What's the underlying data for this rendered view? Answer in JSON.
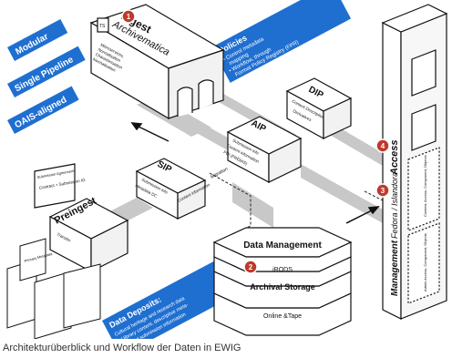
{
  "colors": {
    "accent_blue": "#1f6fd1",
    "path_gray": "#c8c8c8",
    "badge_red": "#c0392b",
    "ink": "#111111"
  },
  "labels": {
    "modular": "Modular",
    "single_pipeline": "Single Pipeline",
    "oais_aligned": "OAIS-aligned",
    "policies_title": "Policies",
    "policies_line1": "• Control metadata",
    "policies_line2": "mapping",
    "policies_line3": "• Workflow, through",
    "policies_line4": "Format Policy Registry (FPR)",
    "data_deposits_title": "Data Deposits:",
    "data_deposits_line1": "Cultural heritage and research data",
    "data_deposits_line2": "w/ library content, descriptive meta-",
    "data_deposits_line3": "data and submission information",
    "ingest": "Ingest",
    "archivematica": "Archivematica",
    "ingest_sub1": "Microservices,",
    "ingest_sub2": "Normalisation",
    "ingest_sub3": "Characterisation",
    "ingest_sub4": "Normalisation",
    "dip": "DIP",
    "dip_sub1": "Content Description",
    "dip_sub2": "Derivatives",
    "aip": "AIP",
    "aip_sub1": "Submission info",
    "aip_sub2": "Content information",
    "aip_sub3": "PDI (PREMIS)",
    "sip": "SIP",
    "sip_sub1": "Submission info",
    "sip_sub2": "Metadata DC",
    "sip_sub3": "Content information",
    "preingest": "Preingest",
    "preingest_sub1": "Transfer",
    "submission_agreement": "Submission Agreement",
    "contract_submission": "Contract + Submission IG",
    "primary_metadata": "Primary Metadata",
    "migration": "Migration",
    "data_management": "Data Management",
    "irods": "iRODS",
    "archival_storage": "Archival Storage",
    "online_tape": "Online &Tape",
    "access": "Access",
    "management": "Management",
    "fedora_islandora": "Fedora / Islandora",
    "content_access": "Content, Access, Component, Objects",
    "admin_access": "Admin Access, Component, Objects",
    "ts": "TS",
    "badge_1": "1",
    "badge_2": "2",
    "badge_3": "3",
    "badge_4": "4"
  },
  "caption": "Architekturüberblick und Workflow der Daten in EWIG"
}
